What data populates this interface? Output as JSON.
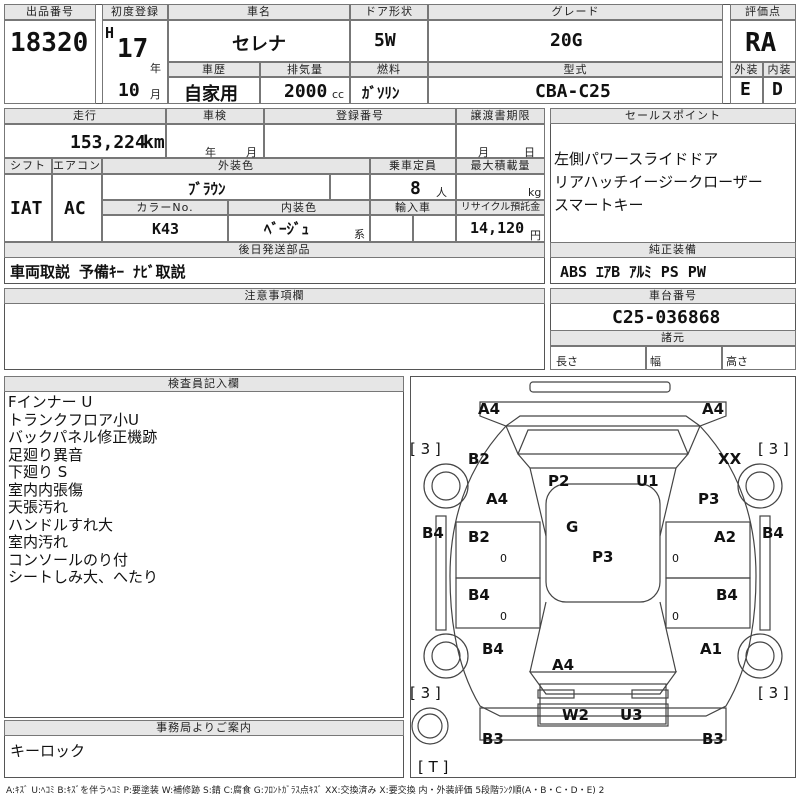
{
  "header": {
    "lot_label": "出品番号",
    "lot_no": "18320",
    "reg_label": "初度登録",
    "era": "H",
    "year": "17",
    "year_unit": "年",
    "month": "10",
    "month_unit": "月",
    "name_label": "車名",
    "name": "セレナ",
    "door_label": "ドア形状",
    "door": "5W",
    "grade_label": "グレード",
    "grade": "20G",
    "score_label": "評価点",
    "score": "RA",
    "history_label": "車歴",
    "history": "自家用",
    "disp_label": "排気量",
    "disp": "2000",
    "disp_unit": "cc",
    "fuel_label": "燃料",
    "fuel": "ｶﾞｿﾘﾝ",
    "model_label": "型式",
    "model": "CBA-C25",
    "ext_label": "外装",
    "ext": "E",
    "int_label": "内装",
    "int": "D"
  },
  "row2": {
    "mileage_label": "走行",
    "mileage": "153,224",
    "mileage_unit": "km",
    "inspection_label": "車検",
    "insp_year": "年",
    "insp_month": "月",
    "regno_label": "登録番号",
    "transfer_label": "譲渡書期限",
    "tr_month": "月",
    "tr_day": "日",
    "shift_label": "シフト",
    "shift": "IAT",
    "ac_label": "エアコン",
    "ac": "AC",
    "color_label": "外装色",
    "color": "ﾌﾞﾗｳﾝ",
    "capacity_label": "乗車定員",
    "capacity": "8",
    "capacity_unit": "人",
    "load_label": "最大積載量",
    "load_unit": "kg",
    "colorno_label": "カラーNo.",
    "colorno": "K43",
    "intcolor_label": "内装色",
    "intcolor": "ﾍﾞｰｼﾞｭ",
    "intcolor_unit": "系",
    "import_label": "輸入車",
    "recycle_label": "リサイクル預託金",
    "recycle": "14,120",
    "recycle_unit": "円",
    "later_label": "後日発送部品",
    "later": "車両取説 予備ｷｰ ﾅﾋﾞ取説"
  },
  "sales": {
    "label": "セールスポイント",
    "lines": [
      "左側パワースライドドア",
      "リアハッチイージークローザー",
      "スマートキー"
    ],
    "equip_label": "純正装備",
    "equip": "ABS ｴｱB ｱﾙﾐ PS PW"
  },
  "notes": {
    "label": "注意事項欄"
  },
  "chassis": {
    "label": "車台番号",
    "number": "C25-036868",
    "spec_label": "諸元",
    "length": "長さ",
    "width": "幅",
    "height": "高さ"
  },
  "inspector": {
    "label": "検査員記入欄",
    "lines": [
      "Fインナー U",
      "トランクフロア小U",
      "バックパネル修正機跡",
      "足廻り異音",
      "下廻り S",
      "室内内張傷",
      "天張汚れ",
      "ハンドルすれ大",
      "室内汚れ",
      "コンソールのり付",
      "シートしみ大、へたり"
    ]
  },
  "office": {
    "label": "事務局よりご案内",
    "text": "キーロック"
  },
  "diagram": {
    "marks": {
      "fl_top": "A4",
      "fr_top": "A4",
      "left_tire_top": "[ 3 ]",
      "right_tire_top": "[ 3 ]",
      "b2_left": "B2",
      "xx": "XX",
      "p2": "P2",
      "u1": "U1",
      "a4_left": "A4",
      "p3_right": "P3",
      "g": "G",
      "b4_left_side": "B4",
      "b4_right_side": "B4",
      "b2_door": "B2",
      "a2": "A2",
      "zero1": "0",
      "zero2": "0",
      "p3_center": "P3",
      "b4_door_l": "B4",
      "b4_door_r": "B4",
      "zero3": "0",
      "zero4": "0",
      "b4_rear_l": "B4",
      "a1": "A1",
      "a4_rear": "A4",
      "left_tire_bot": "[ 3 ]",
      "right_tire_bot": "[ 3 ]",
      "w2": "W2",
      "u3": "U3",
      "b3_l": "B3",
      "b3_r": "B3",
      "spare": "[ T ]"
    }
  },
  "legend": "A:ｷｽﾞ U:ﾍｺﾐ B:ｷｽﾞを伴うﾍｺﾐ P:要塗装 W:補修跡 S:錆 C:腐食 G:ﾌﾛﾝﾄｶﾞﾗｽ点ｷｽﾞ XX:交換済み X:要交換 内・外装評価 5段階ﾗﾝｸ順(A・B・C・D・E) 2"
}
